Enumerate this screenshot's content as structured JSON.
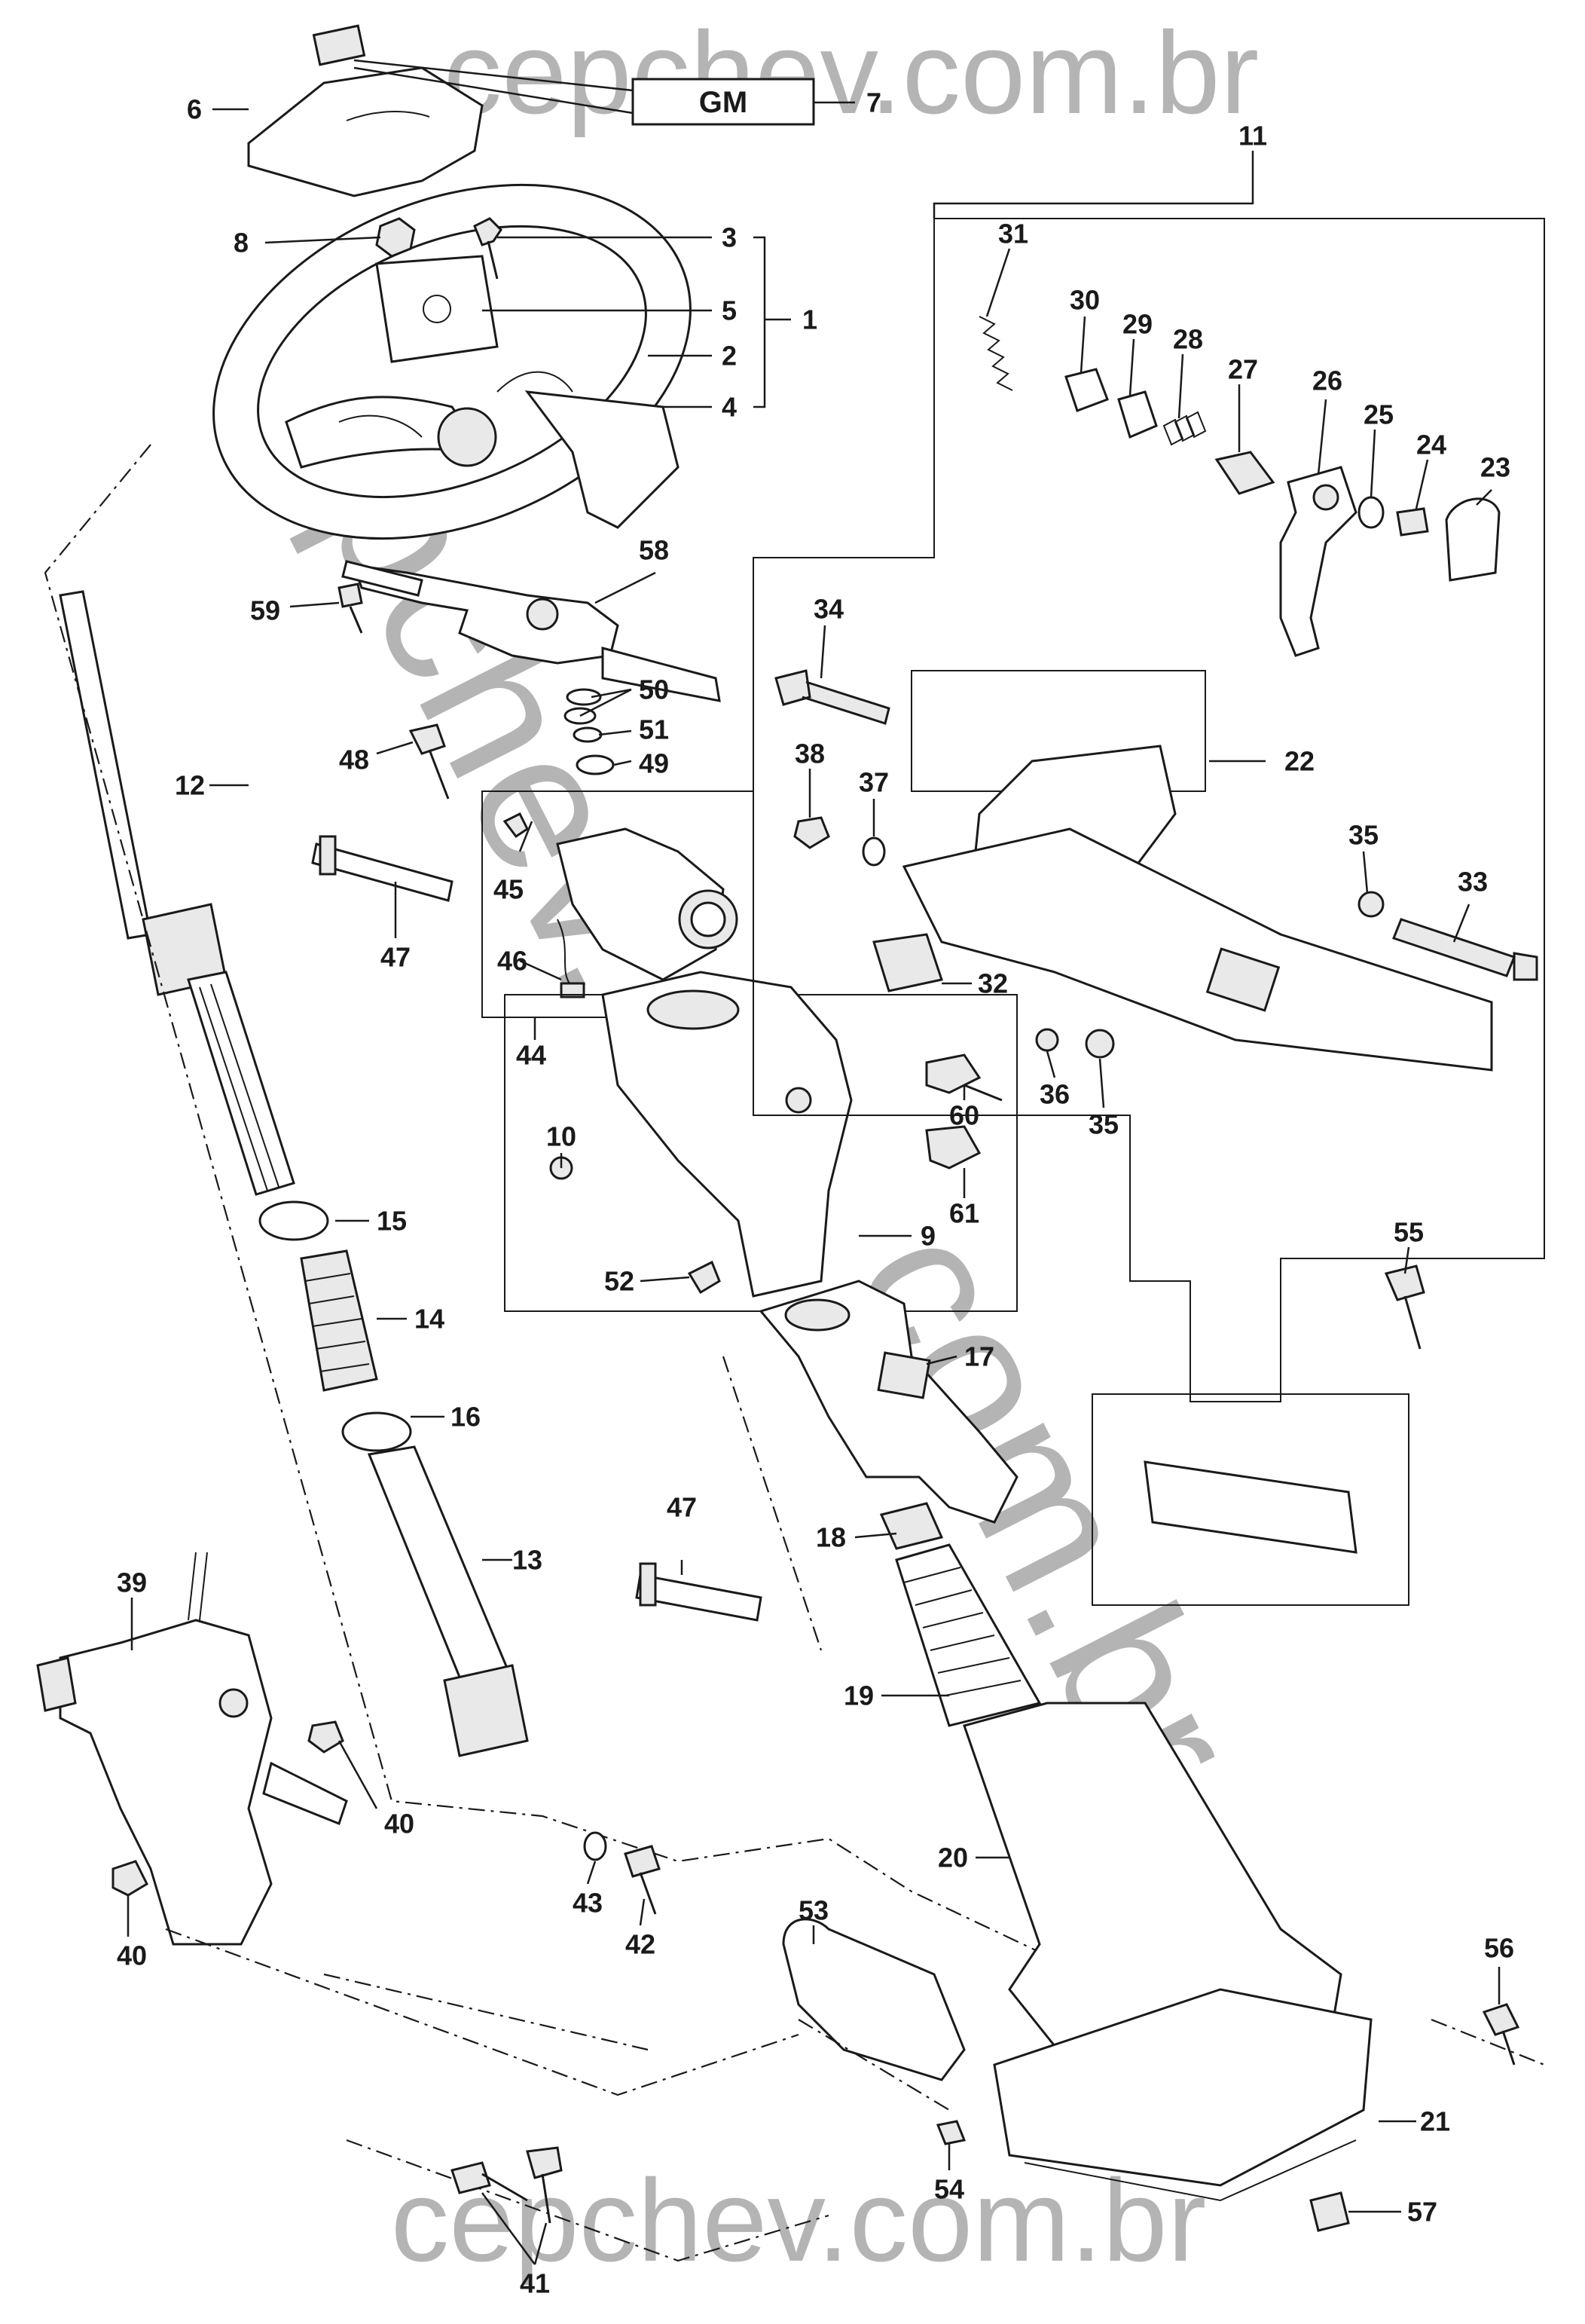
{
  "watermark": {
    "top": "cepchev.com.br",
    "bottom": "cepchev.com.br",
    "diagonal_1": "cepchev.",
    "diagonal_2": "com.br"
  },
  "emblem": {
    "text": "GM"
  },
  "labels": {
    "p1": "1",
    "p2": "2",
    "p3": "3",
    "p4": "4",
    "p5": "5",
    "p6": "6",
    "p7": "7",
    "p8": "8",
    "p9": "9",
    "p10": "10",
    "p11": "11",
    "p12": "12",
    "p13": "13",
    "p14": "14",
    "p15": "15",
    "p16": "16",
    "p17": "17",
    "p18": "18",
    "p19": "19",
    "p20": "20",
    "p21": "21",
    "p22": "22",
    "p23": "23",
    "p24": "24",
    "p25": "25",
    "p26": "26",
    "p27": "27",
    "p28": "28",
    "p29": "29",
    "p30": "30",
    "p31": "31",
    "p32": "32",
    "p33": "33",
    "p34": "34",
    "p35a": "35",
    "p35b": "35",
    "p36": "36",
    "p37": "37",
    "p38": "38",
    "p39": "39",
    "p40a": "40",
    "p40b": "40",
    "p41": "41",
    "p42": "42",
    "p43": "43",
    "p44": "44",
    "p45": "45",
    "p46": "46",
    "p47a": "47",
    "p47b": "47",
    "p48": "48",
    "p49": "49",
    "p50": "50",
    "p51": "51",
    "p52": "52",
    "p53": "53",
    "p54": "54",
    "p55": "55",
    "p56": "56",
    "p57": "57",
    "p58": "58",
    "p59": "59",
    "p60": "60",
    "p61": "61"
  }
}
